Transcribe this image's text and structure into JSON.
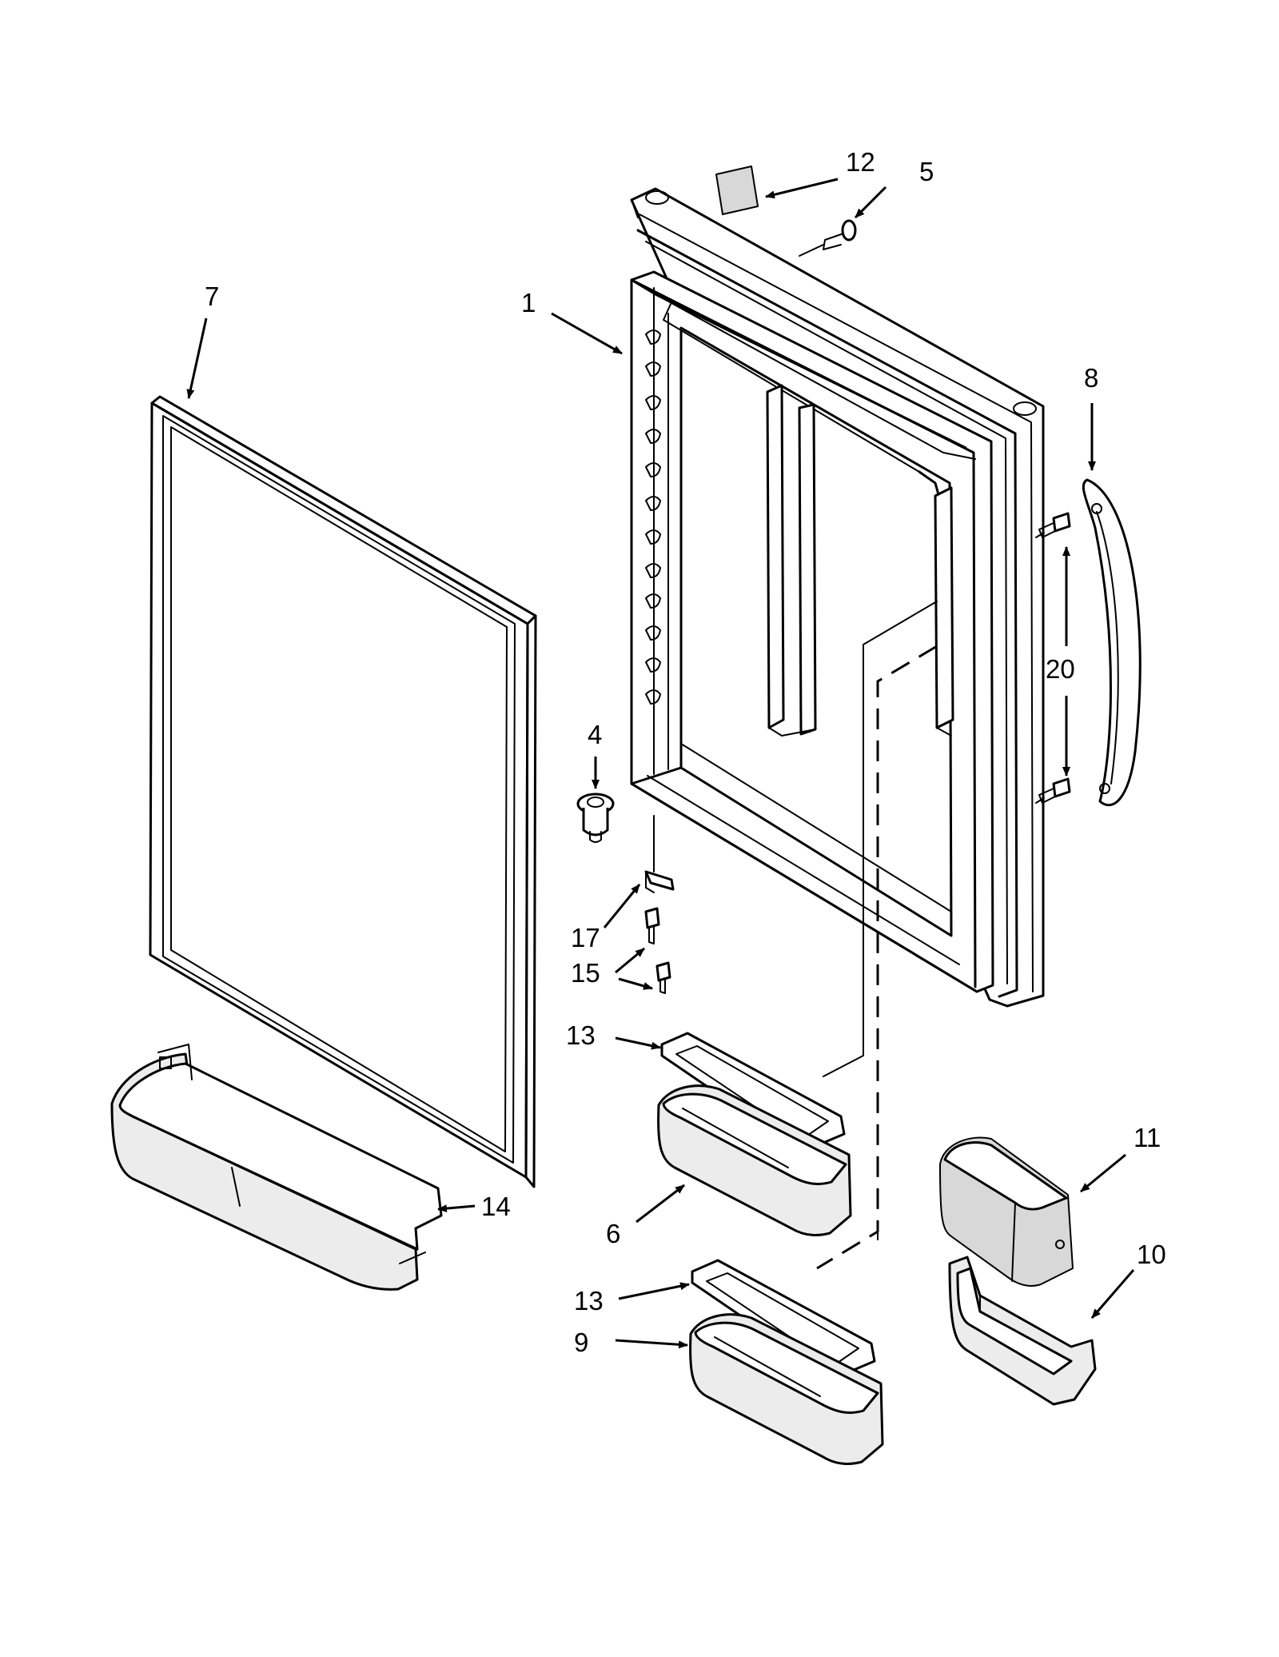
{
  "diagram": {
    "callouts": [
      "1",
      "4",
      "5",
      "6",
      "7",
      "8",
      "9",
      "10",
      "11",
      "12",
      "13",
      "13",
      "14",
      "15",
      "17",
      "20"
    ]
  }
}
